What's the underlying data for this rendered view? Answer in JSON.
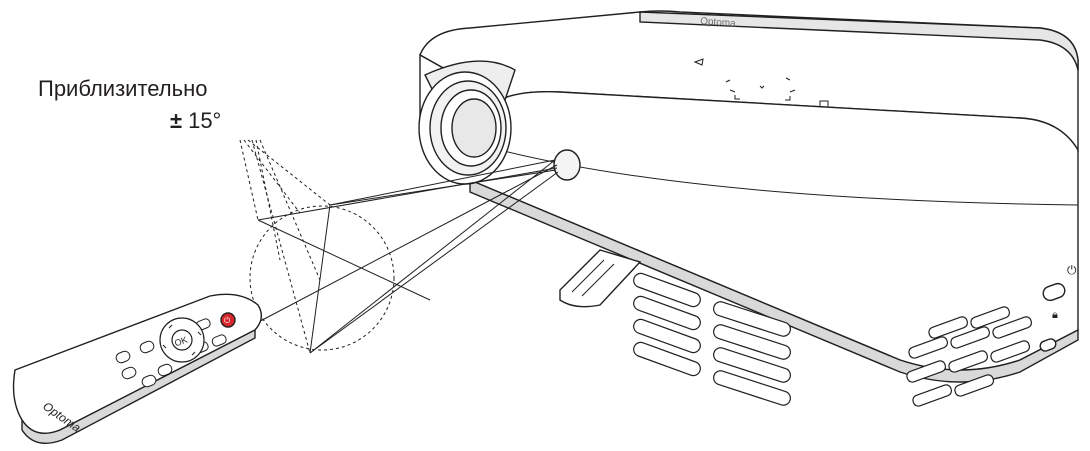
{
  "annotation": {
    "approx_text": "Приблизительно",
    "angle_sign": "±",
    "angle_value": "15°"
  },
  "remote": {
    "brand_text": "Optoma",
    "ok_label": "OK"
  },
  "projector": {
    "brand_text": "Optoma"
  },
  "colors": {
    "line": "#231f20",
    "power_button": "#d7262c",
    "body_fill": "#ffffff",
    "shade": "#d9d9d9"
  }
}
